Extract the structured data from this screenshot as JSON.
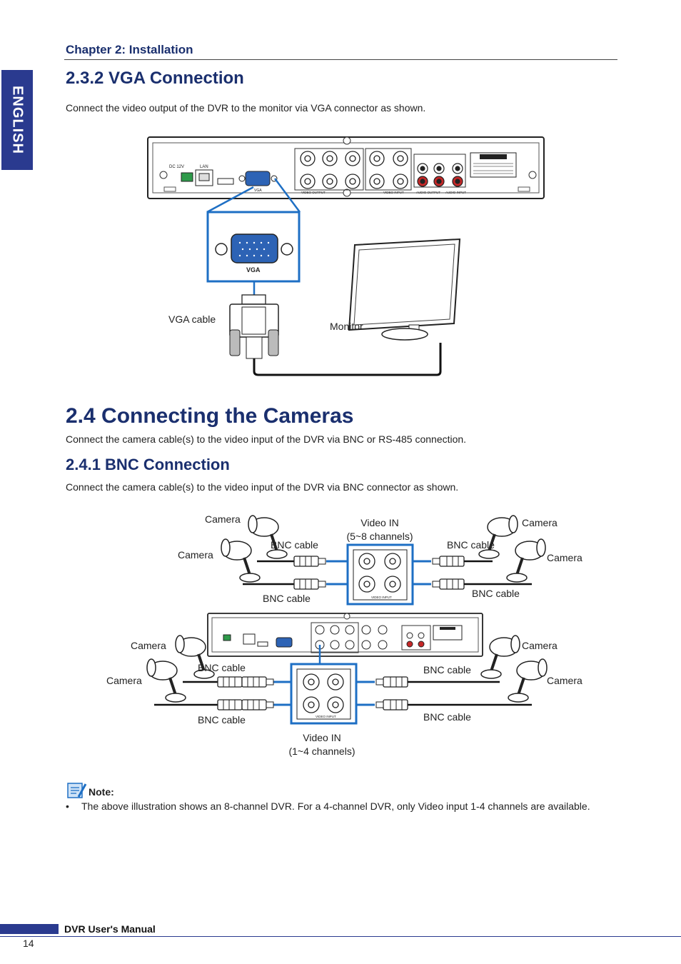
{
  "header": {
    "chapter": "Chapter 2: Installation",
    "side_tab": "ENGLISH"
  },
  "vga_section": {
    "heading": "2.3.2 VGA Connection",
    "description": "Connect the video output of the DVR to the monitor via VGA connector as shown.",
    "diagram": {
      "dc_label": "DC 12V",
      "lan_label": "LAN",
      "vga_port_label": "VGA",
      "video_output_label": "VIDEO OUTPUT",
      "video_input_label": "VIDEO INPUT",
      "audio_output_label": "AUDIO OUTPUT",
      "audio_input_label": "AUDIO INPUT",
      "zoom_vga_label": "VGA",
      "vga_cable_label": "VGA cable",
      "monitor_label": "Monitor"
    }
  },
  "cameras_section": {
    "heading": "2.4 Connecting the Cameras",
    "description": "Connect the camera cable(s) to the video input of the DVR via BNC or RS-485 connection."
  },
  "bnc_section": {
    "heading": "2.4.1 BNC Connection",
    "description": "Connect the camera cable(s) to the video input of the DVR via BNC connector as shown.",
    "diagram": {
      "camera_label": "Camera",
      "bnc_cable_label": "BNC cable",
      "video_in_upper_line1": "Video IN",
      "video_in_upper_line2": "(5~8 channels)",
      "video_in_lower_line1": "Video IN",
      "video_in_lower_line2": "(1~4 channels)",
      "panel_label": "VIDEO INPUT"
    }
  },
  "note": {
    "label": "Note:",
    "bullet": "•",
    "text": "The above illustration shows an 8-channel DVR. For a 4-channel DVR, only Video input 1-4 channels are available."
  },
  "footer": {
    "manual_title": "DVR User's Manual",
    "page_number": "14"
  },
  "colors": {
    "brand_blue": "#2a3a8f",
    "heading_blue": "#1a2f6e",
    "highlight_blue": "#1e6fc4"
  }
}
